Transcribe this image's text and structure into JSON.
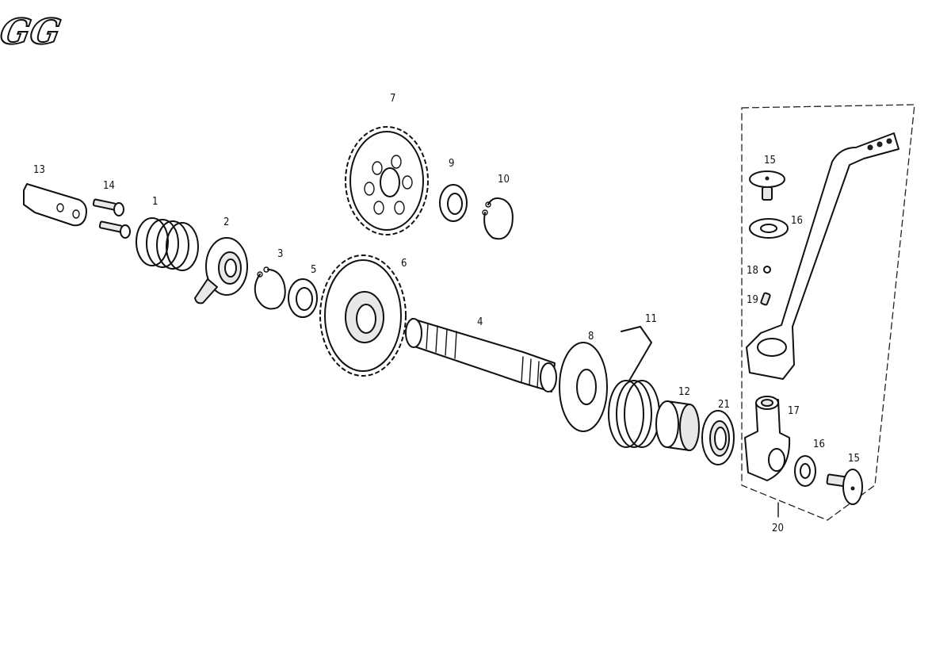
{
  "brand": {
    "logo_text": "GG"
  },
  "diagram": {
    "labels": [
      {
        "id": "1",
        "text": "1"
      },
      {
        "id": "2",
        "text": "2"
      },
      {
        "id": "3",
        "text": "3"
      },
      {
        "id": "4",
        "text": "4"
      },
      {
        "id": "5",
        "text": "5"
      },
      {
        "id": "6",
        "text": "6"
      },
      {
        "id": "7",
        "text": "7"
      },
      {
        "id": "8",
        "text": "8"
      },
      {
        "id": "9",
        "text": "9"
      },
      {
        "id": "10",
        "text": "10"
      },
      {
        "id": "11",
        "text": "11"
      },
      {
        "id": "12",
        "text": "12"
      },
      {
        "id": "13",
        "text": "13"
      },
      {
        "id": "14",
        "text": "14"
      },
      {
        "id": "15a",
        "text": "15"
      },
      {
        "id": "15b",
        "text": "15"
      },
      {
        "id": "16a",
        "text": "16"
      },
      {
        "id": "16b",
        "text": "16"
      },
      {
        "id": "17",
        "text": "17"
      },
      {
        "id": "18",
        "text": "18"
      },
      {
        "id": "19",
        "text": "19"
      },
      {
        "id": "20",
        "text": "20"
      },
      {
        "id": "21",
        "text": "21"
      }
    ]
  }
}
